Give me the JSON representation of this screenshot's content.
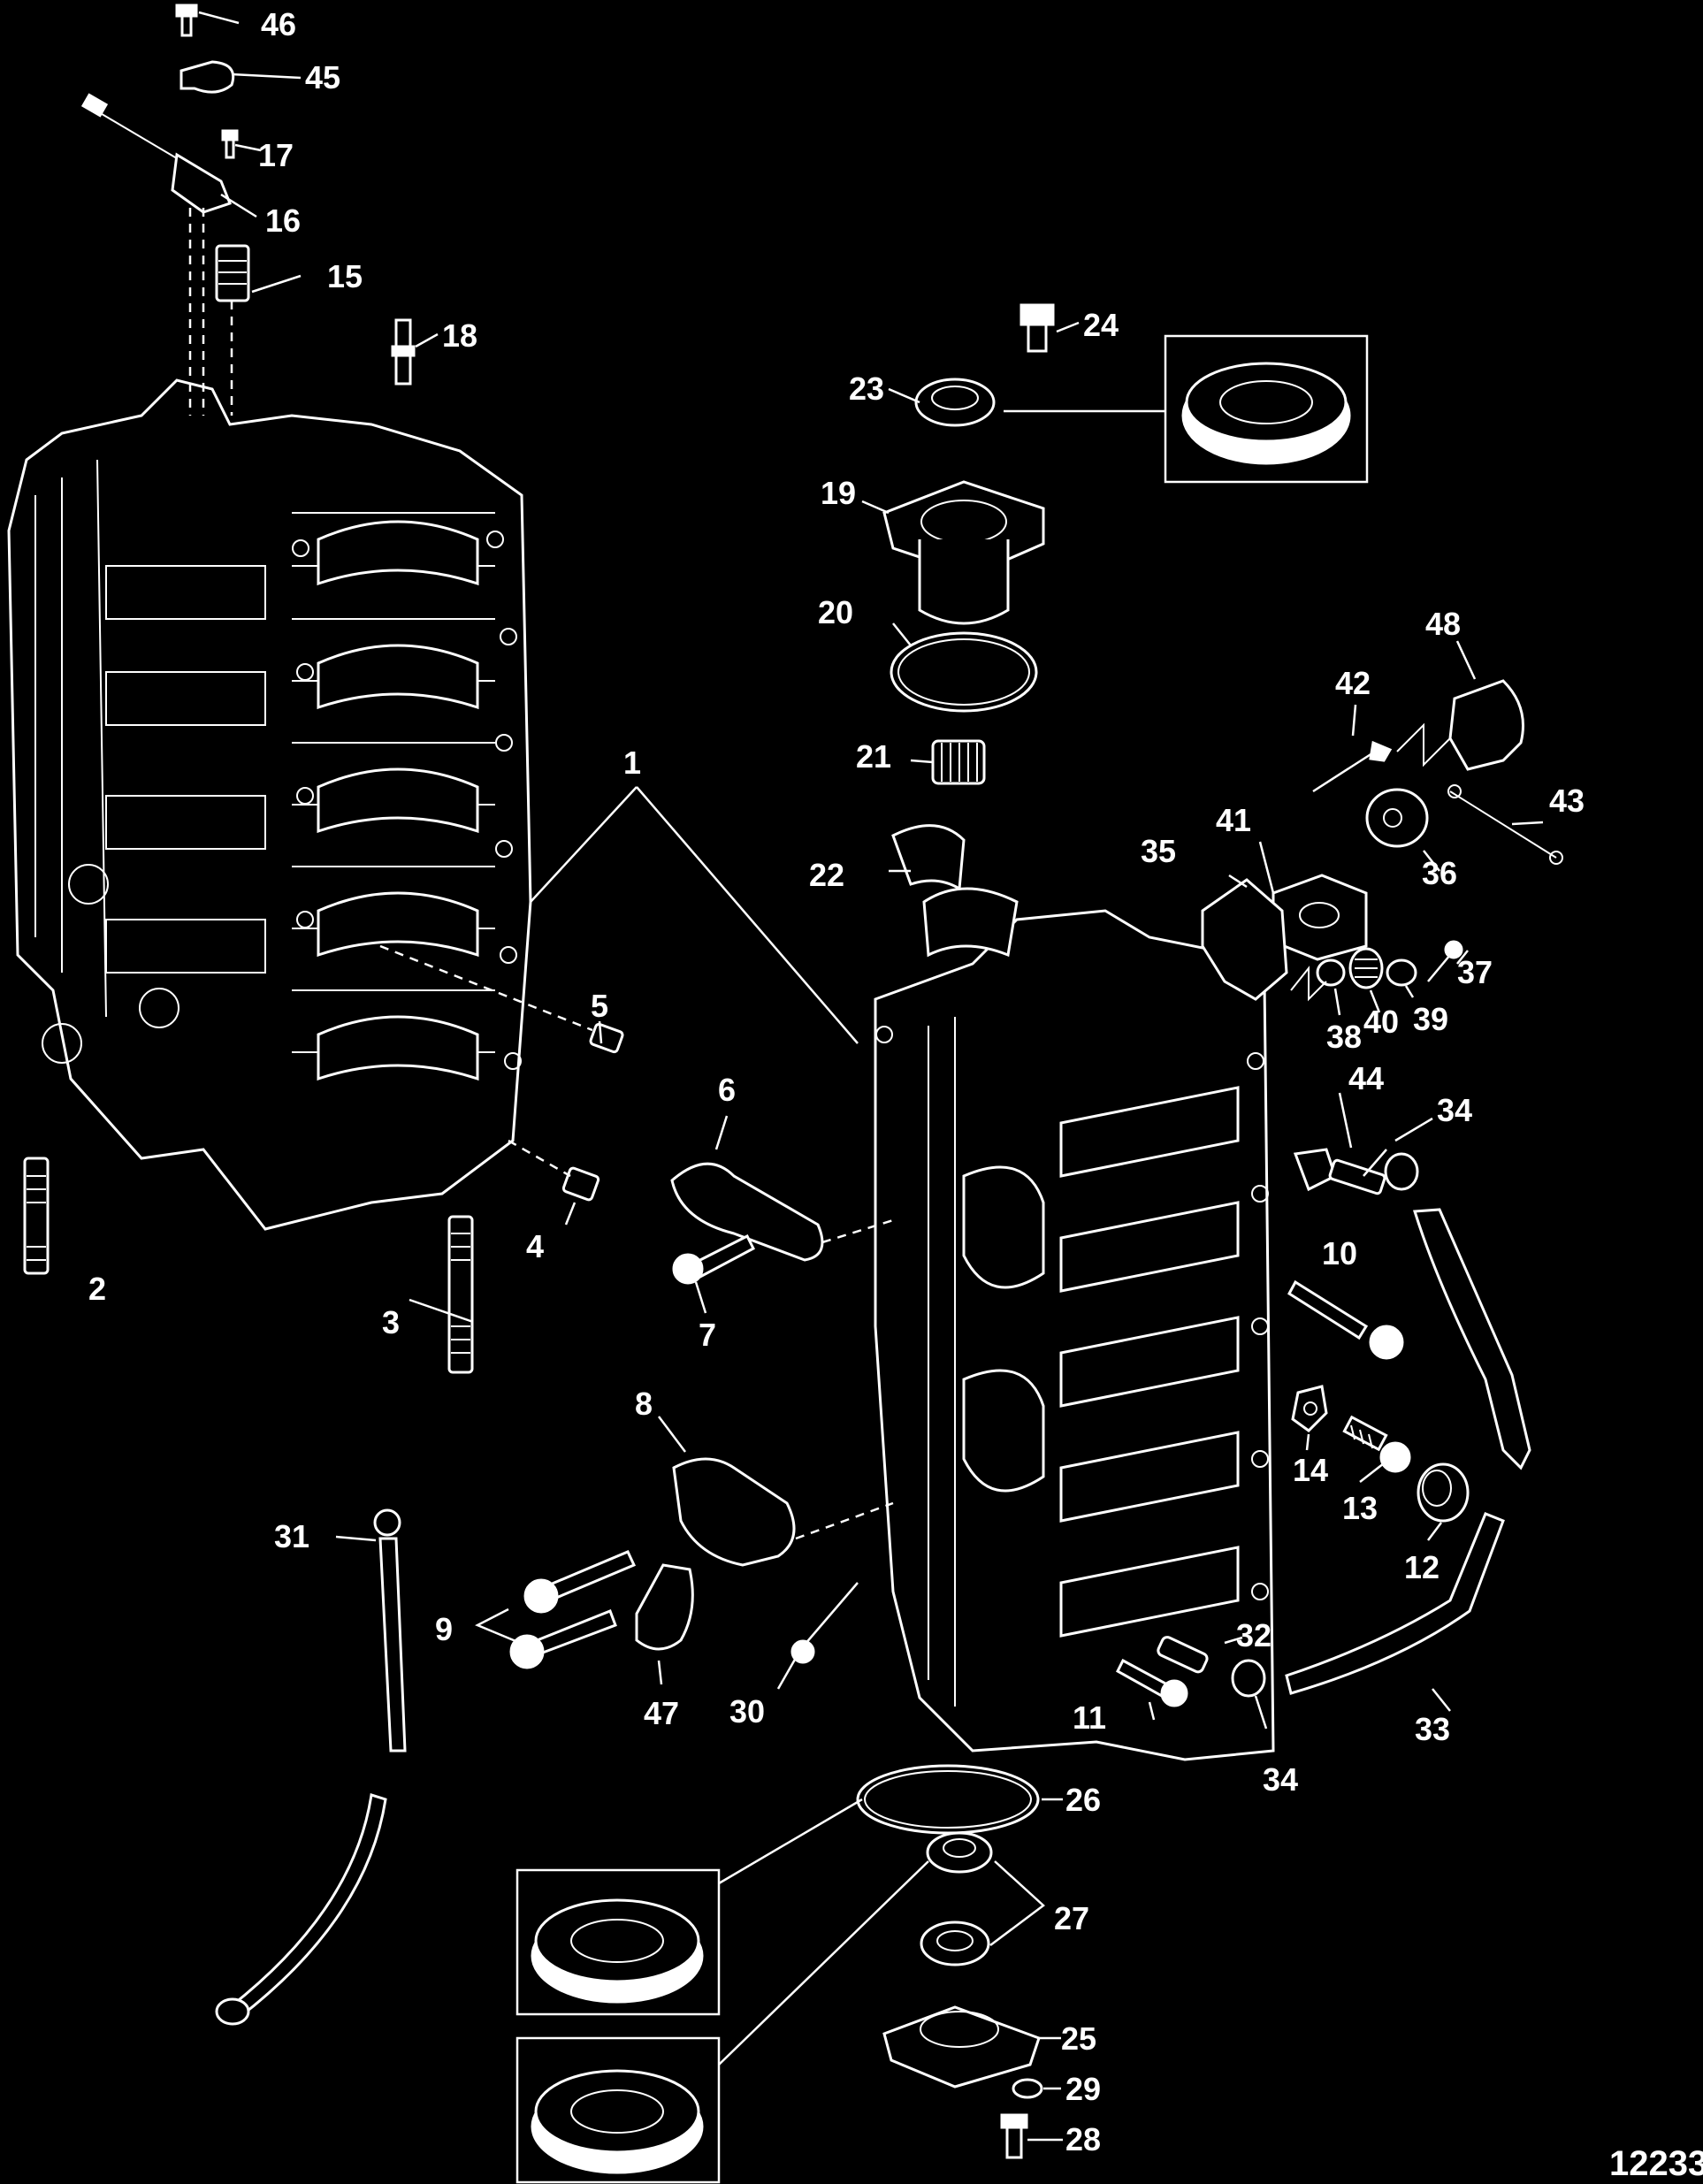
{
  "diagram": {
    "catalog_number": "12233",
    "callouts": [
      "1",
      "2",
      "3",
      "4",
      "5",
      "6",
      "7",
      "8",
      "9",
      "10",
      "11",
      "12",
      "13",
      "14",
      "15",
      "16",
      "17",
      "18",
      "19",
      "20",
      "21",
      "22",
      "23",
      "24",
      "25",
      "26",
      "27",
      "28",
      "29",
      "30",
      "31",
      "32",
      "33",
      "34",
      "35",
      "36",
      "37",
      "38",
      "39",
      "40",
      "41",
      "42",
      "43",
      "44",
      "45",
      "46",
      "47",
      "48"
    ],
    "extra_callouts": [
      "34"
    ]
  }
}
